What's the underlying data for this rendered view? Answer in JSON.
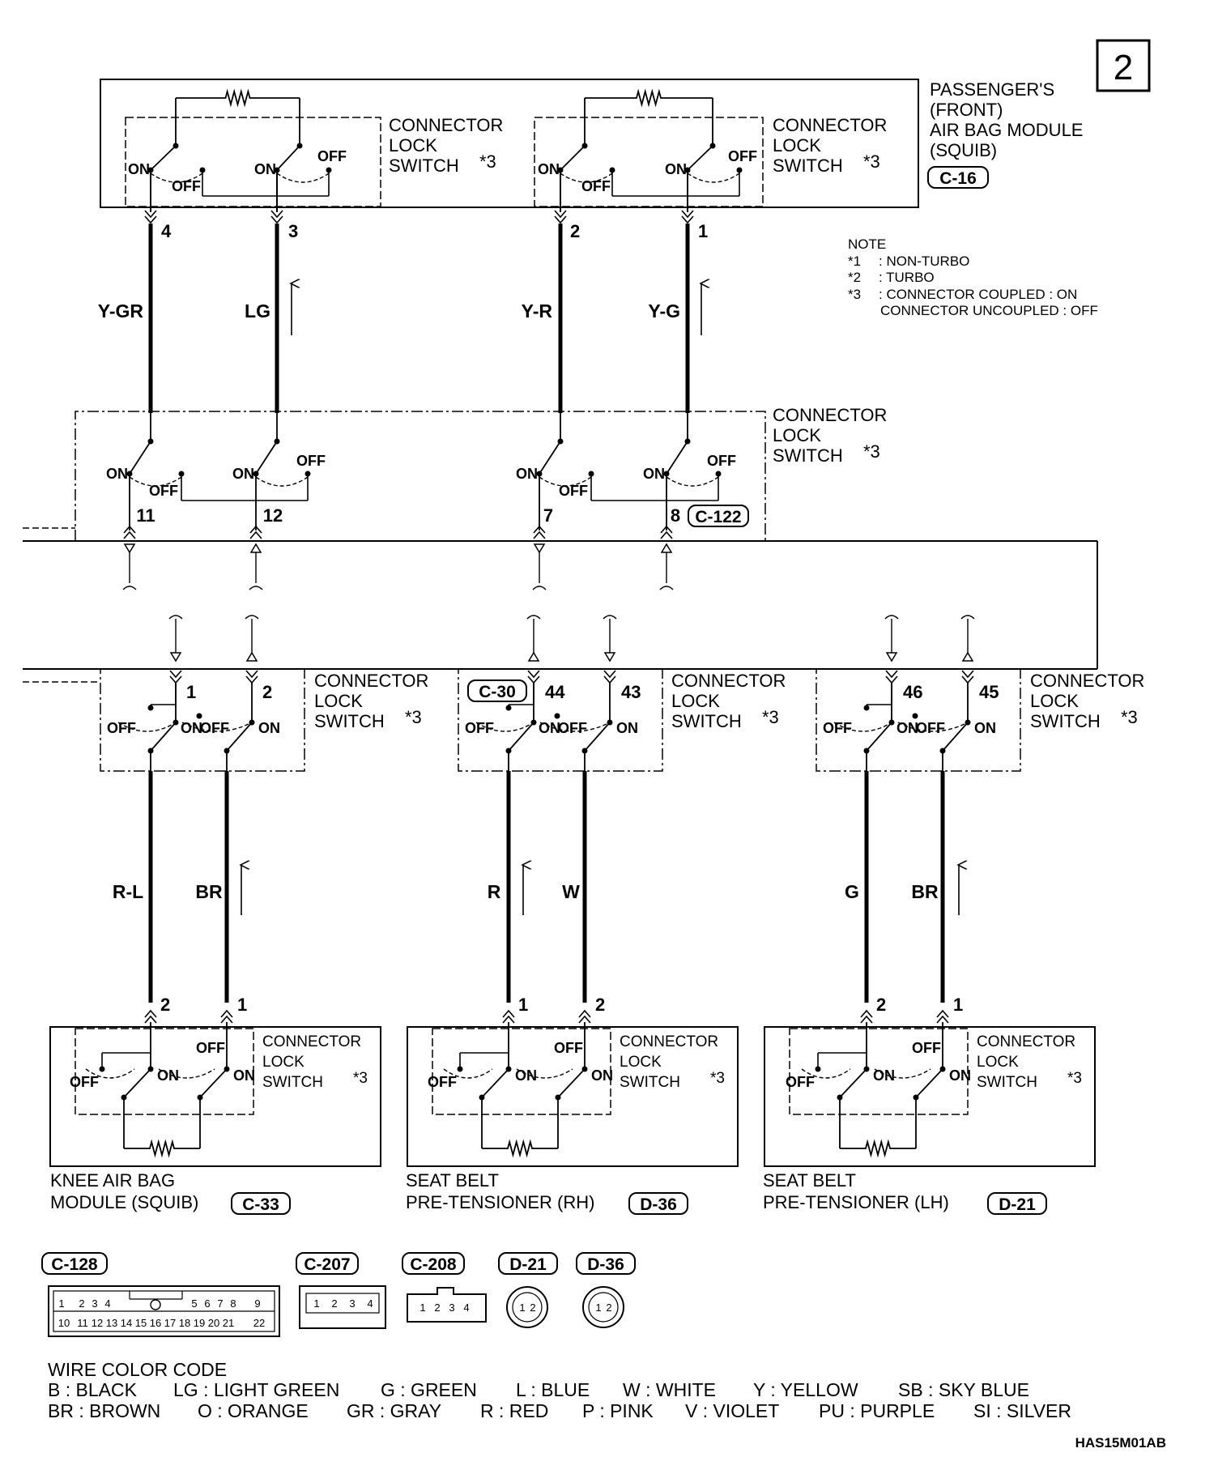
{
  "page_number": "2",
  "modules": {
    "passenger": {
      "name_lines": [
        "PASSENGER'S",
        "(FRONT)",
        "AIR BAG MODULE",
        "(SQUIB)"
      ],
      "connector": "C-16"
    },
    "knee": {
      "name_lines": [
        "KNEE AIR BAG",
        "MODULE (SQUIB)"
      ],
      "connector": "C-33"
    },
    "rh": {
      "name_lines": [
        "SEAT BELT",
        "PRE-TENSIONER (RH)"
      ],
      "connector": "D-36"
    },
    "lh": {
      "name_lines": [
        "SEAT BELT",
        "PRE-TENSIONER (LH)"
      ],
      "connector": "D-21"
    }
  },
  "cls_label": {
    "line1": "CONNECTOR",
    "line2": "LOCK",
    "line3": "SWITCH",
    "mark": "*3"
  },
  "switch_text": {
    "on": "ON",
    "off": "OFF"
  },
  "note": {
    "title": "NOTE",
    "items": [
      {
        "mark": "*1",
        "text": ": NON-TURBO"
      },
      {
        "mark": "*2",
        "text": ": TURBO"
      },
      {
        "mark": "*3",
        "text": ": CONNECTOR COUPLED : ON"
      },
      {
        "mark": "",
        "text": "CONNECTOR UNCOUPLED : OFF"
      }
    ]
  },
  "wires_top": [
    {
      "pin": "4",
      "color": "Y-GR"
    },
    {
      "pin": "3",
      "color": "LG"
    },
    {
      "pin": "2",
      "color": "Y-R"
    },
    {
      "pin": "1",
      "color": "Y-G"
    }
  ],
  "c122": {
    "connector": "C-122",
    "pins": [
      "11",
      "12",
      "7",
      "8"
    ]
  },
  "c30": {
    "connector": "C-30",
    "pins": [
      "1",
      "2",
      "44",
      "43",
      "46",
      "45"
    ]
  },
  "wires_bottom": [
    {
      "color": "R-L",
      "pin": "2"
    },
    {
      "color": "BR",
      "pin": "1"
    },
    {
      "color": "R",
      "pin": "1"
    },
    {
      "color": "W",
      "pin": "2"
    },
    {
      "color": "G",
      "pin": "2"
    },
    {
      "color": "BR",
      "pin": "1"
    }
  ],
  "connector_views": {
    "labels": [
      "C-128",
      "C-207",
      "C-208",
      "D-21",
      "D-36"
    ],
    "c128_top_left": [
      "1",
      "2",
      "3",
      "4"
    ],
    "c128_top_right": [
      "5",
      "6",
      "7",
      "8",
      "9"
    ],
    "c128_bottom": [
      "10",
      "11",
      "12",
      "13",
      "14",
      "15",
      "16",
      "17",
      "18",
      "19",
      "20",
      "21",
      "22"
    ],
    "four_pin": [
      "1",
      "2",
      "3",
      "4"
    ],
    "two_pin": [
      "1",
      "2"
    ]
  },
  "wire_color_code": {
    "title": "WIRE COLOR CODE",
    "row1": [
      "B : BLACK",
      "LG : LIGHT GREEN",
      "G : GREEN",
      "L : BLUE",
      "W : WHITE",
      "Y : YELLOW",
      "SB : SKY BLUE"
    ],
    "row2": [
      "BR : BROWN",
      "O : ORANGE",
      "GR : GRAY",
      "R : RED",
      "P : PINK",
      "V : VIOLET",
      "PU : PURPLE",
      "SI : SILVER"
    ]
  },
  "drawing_id": "HAS15M01AB"
}
